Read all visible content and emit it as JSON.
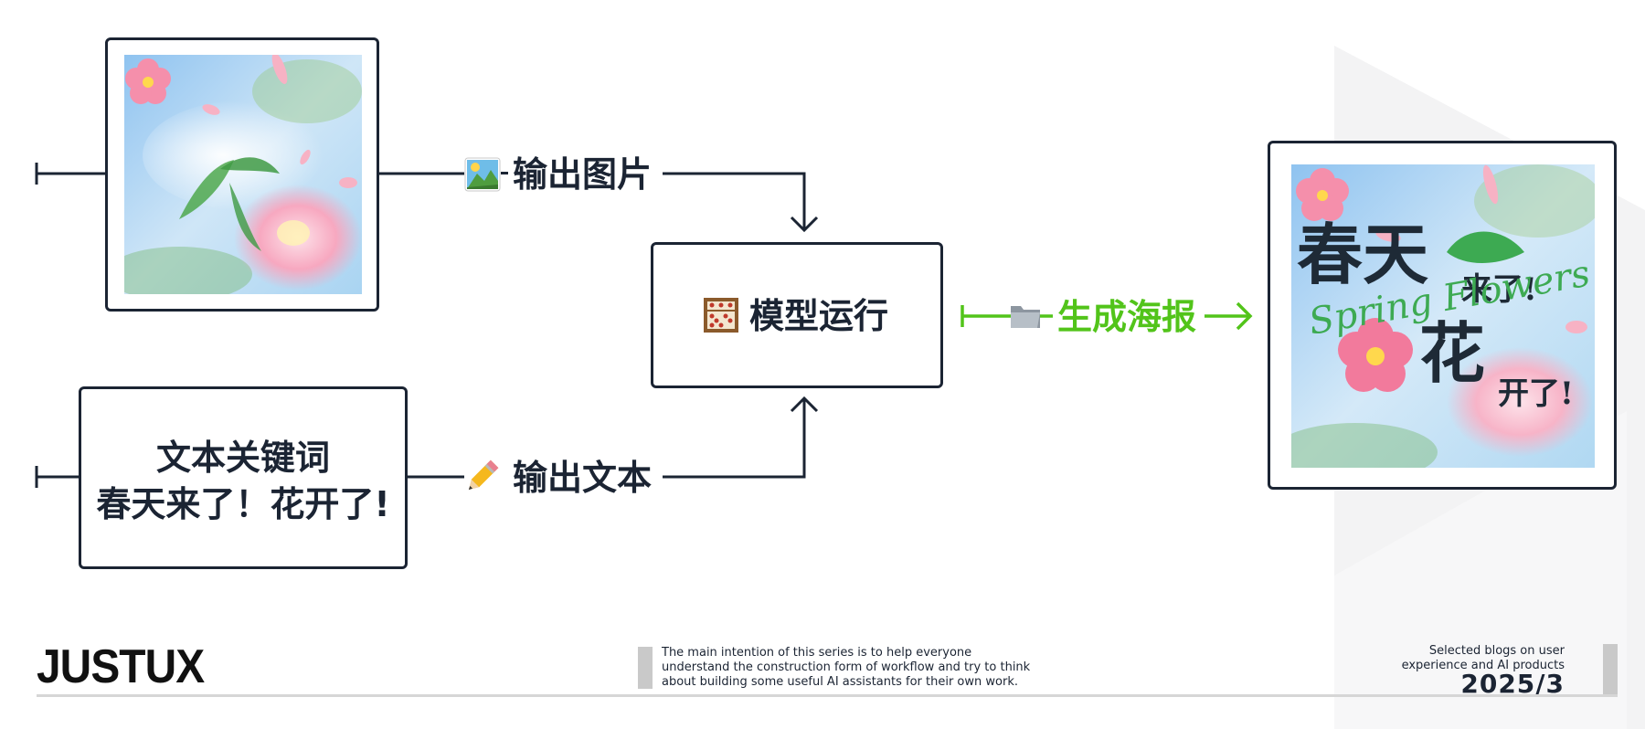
{
  "diagram": {
    "nodes": {
      "text_box": {
        "line1": "文本关键词",
        "line2": "春天来了！花开了!"
      },
      "model_box": {
        "label": "模型运行",
        "icon": "abacus-icon"
      }
    },
    "edges": {
      "image_edge": {
        "label": "输出图片",
        "icon": "picture-icon"
      },
      "text_edge": {
        "label": "输出文本",
        "icon": "pencil-icon"
      },
      "poster_edge": {
        "label": "生成海报",
        "icon": "folder-icon",
        "color": "#52c41a"
      }
    },
    "poster": {
      "title_big_1": "春天",
      "title_small_1": "来了!",
      "title_big_2": "花",
      "title_small_2": "开了!",
      "script_text": "Spring Flowers"
    }
  },
  "footer": {
    "logo": "JUSTUX",
    "description": [
      "The main intention of this series is to help everyone",
      "understand the construction form of workflow and try to think",
      "about building some useful AI assistants for their own work."
    ],
    "tagline": [
      "Selected blogs on user",
      "experience and AI products"
    ],
    "date": "2025/3"
  },
  "colors": {
    "ink": "#1b2433",
    "accent_green": "#52c41a"
  }
}
